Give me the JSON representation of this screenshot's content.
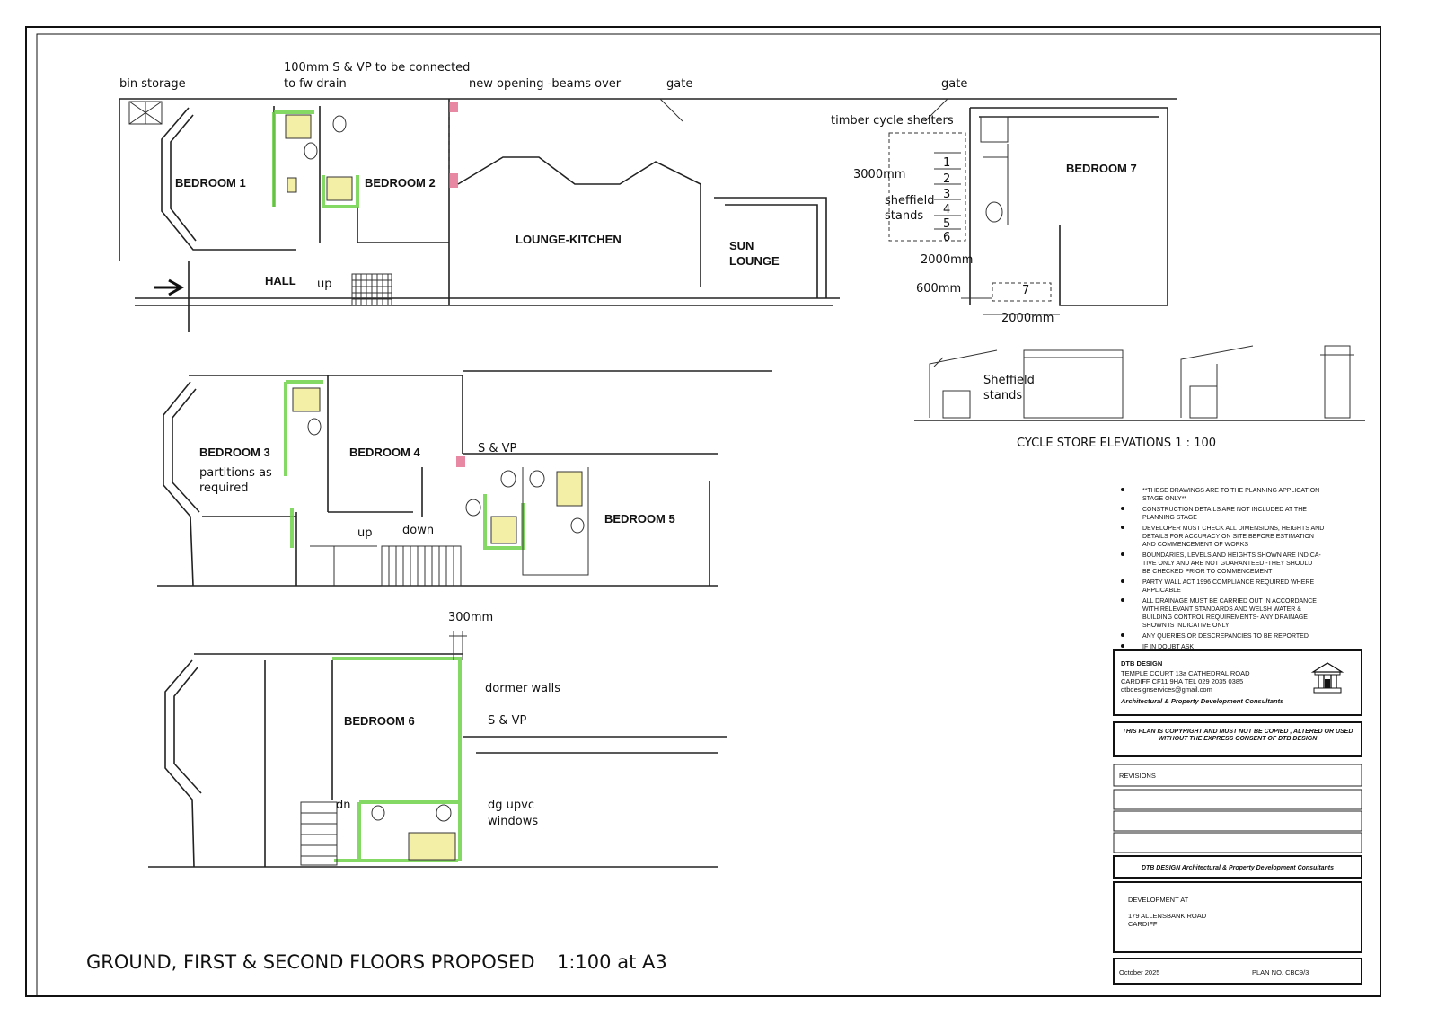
{
  "drawing": {
    "title": "GROUND, FIRST & SECOND FLOORS PROPOSED",
    "scale": "1:100 at A3"
  },
  "ground_floor": {
    "rooms": [
      "BEDROOM 1",
      "BEDROOM 2",
      "HALL",
      "LOUNGE-KITCHEN",
      "SUN",
      "LOUNGE",
      "BEDROOM 7"
    ],
    "notes": {
      "bin_storage": "bin storage",
      "svp_line1": "100mm S & VP to be connected",
      "svp_line2": "to fw drain",
      "new_opening": "new opening -beams over",
      "gate1": "gate",
      "gate2": "gate",
      "cycle_shelters": "timber cycle shelters",
      "dim_3000": "3000mm",
      "sheffield1": "sheffield",
      "stands1": "stands",
      "dim_2000a": "2000mm",
      "dim_600": "600mm",
      "dim_2000b": "2000mm",
      "up": "up"
    },
    "stand_numbers": [
      "1",
      "2",
      "3",
      "4",
      "5",
      "6",
      "7"
    ]
  },
  "first_floor": {
    "rooms": [
      "BEDROOM 3",
      "BEDROOM 4",
      "BEDROOM 5"
    ],
    "notes": {
      "partitions1": "partitions as",
      "partitions2": "required",
      "svp": "S & VP",
      "up": "up",
      "down": "down"
    }
  },
  "second_floor": {
    "rooms": [
      "BEDROOM 6"
    ],
    "notes": {
      "dim_300": "300mm",
      "dormer": "dormer walls",
      "svp": "S & VP",
      "dn": "dn",
      "windows1": "dg upvc",
      "windows2": "windows"
    }
  },
  "cycle_store": {
    "sheffield": "Sheffield",
    "stands": "stands",
    "caption": "CYCLE STORE ELEVATIONS 1 : 100"
  },
  "notes_list": [
    [
      "**THESE DRAWINGS ARE TO THE PLANNING APPLICATION",
      "STAGE ONLY**"
    ],
    [
      "CONSTRUCTION DETAILS ARE NOT INCLUDED AT THE",
      "PLANNING STAGE"
    ],
    [
      "DEVELOPER MUST CHECK ALL DIMENSIONS, HEIGHTS AND",
      "DETAILS FOR ACCURACY ON SITE BEFORE ESTIMATION",
      "AND COMMENCEMENT OF WORKS"
    ],
    [
      "BOUNDARIES, LEVELS AND HEIGHTS SHOWN ARE INDICA-",
      "TIVE ONLY AND ARE NOT  GUARANTEED -THEY SHOULD",
      "BE CHECKED PRIOR TO COMMENCEMENT"
    ],
    [
      "PARTY WALL ACT 1996 COMPLIANCE REQUIRED WHERE",
      "APPLICABLE"
    ],
    [
      "ALL DRAINAGE MUST BE CARRIED OUT IN ACCORDANCE",
      "WITH RELEVANT STANDARDS AND WELSH WATER &",
      "BUILDING CONTROL REQUIREMENTS- ANY DRAINAGE",
      "SHOWN IS INDICATIVE ONLY"
    ],
    [
      "ANY QUERIES OR DESCREPANCIES TO BE REPORTED"
    ],
    [
      "IF IN DOUBT ASK"
    ]
  ],
  "title_block": {
    "company": "DTB DESIGN",
    "address1": "TEMPLE COURT  13a CATHEDRAL ROAD",
    "address2": "CARDIFF CF11 9HA   TEL 029 2035 0385",
    "email": "dtbdesignservices@gmail.com",
    "tagline": "Architectural & Property Development Consultants",
    "copyright1": "THIS PLAN IS COPYRIGHT AND  MUST NOT BE COPIED , ALTERED OR USED",
    "copyright2": "WITHOUT THE EXPRESS CONSENT OF DTB DESIGN",
    "revisions": "REVISIONS",
    "company_banner": "DTB DESIGN Architectural & Property Development Consultants",
    "development_at": "DEVELOPMENT AT",
    "address_line1": "179 ALLENSBANK ROAD",
    "address_line2": "CARDIFF",
    "date": "October 2025",
    "plan_no": "PLAN NO. CBC9/3"
  },
  "colors": {
    "highlight_green": "#6fd24a",
    "fixture_yellow": "#f4efa6",
    "new_wall_pink": "#e0557a"
  }
}
